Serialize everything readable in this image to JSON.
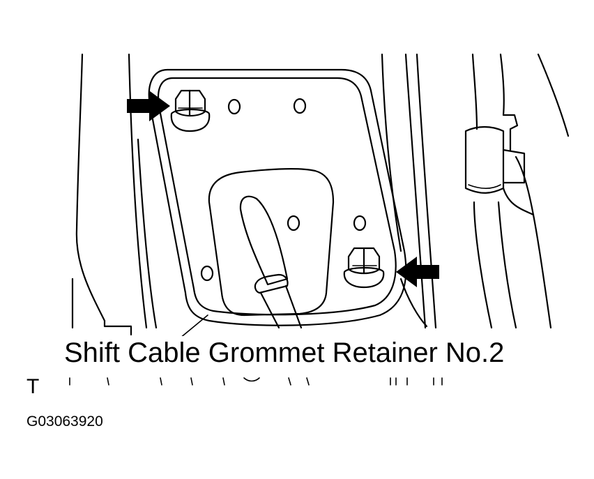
{
  "diagram": {
    "callout_label": "Shift Cable Grommet Retainer No.2",
    "view_marker": "T",
    "figure_code": "G03063920"
  },
  "icons": {
    "upper_arrow": "arrow-right-icon",
    "lower_arrow": "arrow-left-icon"
  },
  "colors": {
    "line": "#000000",
    "background": "#ffffff"
  }
}
